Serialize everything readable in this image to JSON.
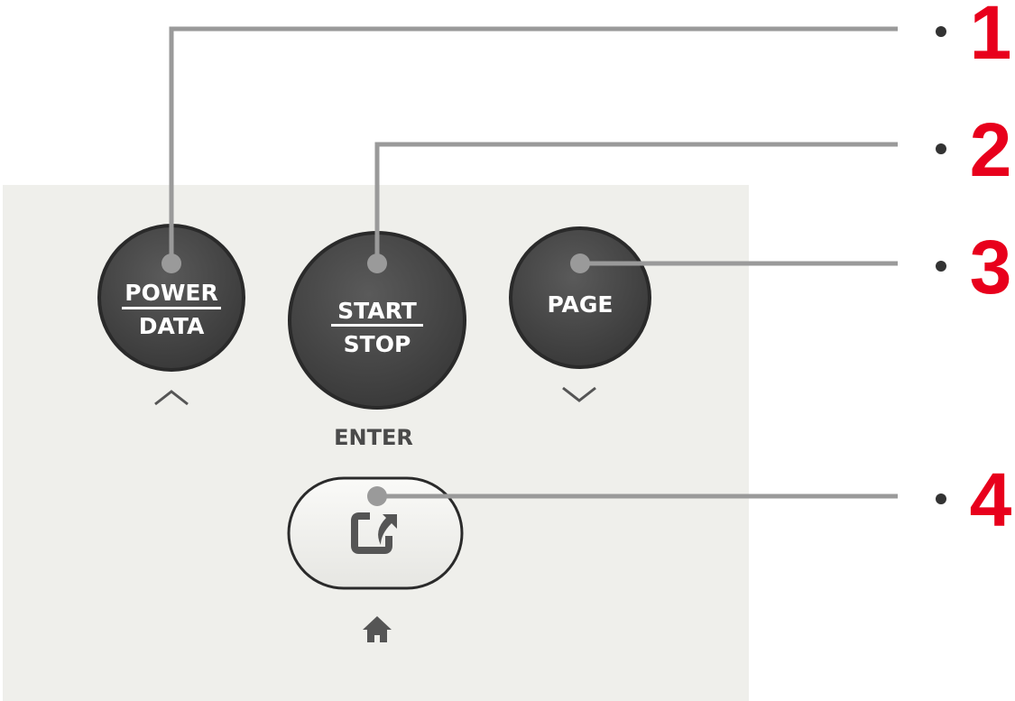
{
  "buttons": {
    "power": {
      "top": "POWER",
      "bottom": "DATA",
      "arrow_icon": "chevron-up-icon"
    },
    "start": {
      "top": "START",
      "bottom": "STOP",
      "below_label": "ENTER"
    },
    "page": {
      "label": "PAGE",
      "arrow_icon": "chevron-down-icon"
    },
    "home": {
      "icon": "share-export-icon",
      "below_icon": "home-icon"
    }
  },
  "callouts": [
    {
      "number": "1"
    },
    {
      "number": "2"
    },
    {
      "number": "3"
    },
    {
      "number": "4"
    }
  ],
  "colors": {
    "callout": "#e8001c",
    "leader": "#9a9a9a",
    "button": "#454545",
    "panel": "#efefeb"
  }
}
